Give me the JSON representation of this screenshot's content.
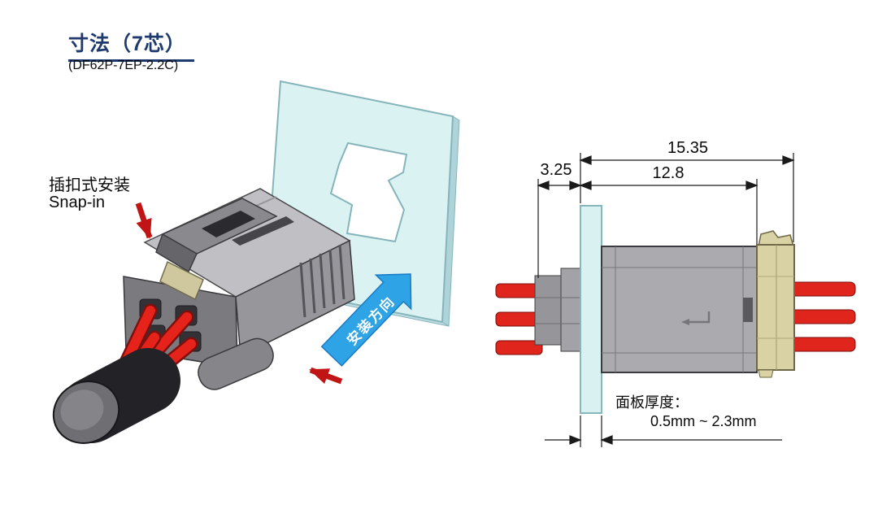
{
  "header": {
    "title": "寸法（7芯）",
    "part_number": "(DF62P-7EP-2.2C)"
  },
  "iso_view": {
    "mount_label_zh": "插扣式安装",
    "mount_label_en": "Snap-in",
    "direction_label": "安装方向"
  },
  "side_view": {
    "dim_total": "15.35",
    "dim_body": "12.8",
    "dim_front": "3.25",
    "panel_thickness_label": "面板厚度：",
    "panel_thickness_range": "0.5mm ~ 2.3mm"
  },
  "colors": {
    "title_blue": "#1e3a6e",
    "panel_cyan": "#dbf2f2",
    "install_arrow_blue": "#2ea3e6",
    "pointer_arrow_red": "#c11414",
    "wire_red": "#e0251c",
    "connector_gray": "#ababaf",
    "mating_connector_tan": "#d8d2a4"
  }
}
